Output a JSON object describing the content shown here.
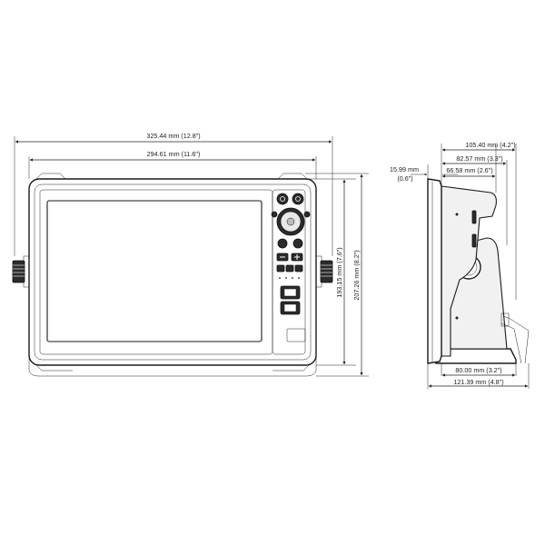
{
  "dimensions": {
    "front_overall_width": "325.44 mm (12.8\")",
    "front_body_width": "294.61 mm (11.6\")",
    "front_body_height": "193.15 mm (7.6\")",
    "front_overall_height": "207.26 mm (8.2\")",
    "side_overall_depth": "105.40 mm (4.2\")",
    "side_depth_a": "82.57 mm (3.3\")",
    "side_depth_b": "66.58 mm (2.6\")",
    "side_face_depth_mm": "15.99 mm",
    "side_face_depth_in": "(0.6\")",
    "side_mount_inner": "80.00 mm (3.2\")",
    "side_mount_outer": "121.39 mm (4.8\")"
  },
  "colors": {
    "line": "#222222",
    "panel": "#2b2b2b",
    "watermark": "#e2e2e2"
  },
  "icons": [
    "power-icon",
    "waypoint-icon",
    "joystick-icon",
    "zoom-out-icon",
    "zoom-in-icon",
    "menu-icon",
    "home-icon",
    "enter-icon",
    "exit-icon"
  ]
}
